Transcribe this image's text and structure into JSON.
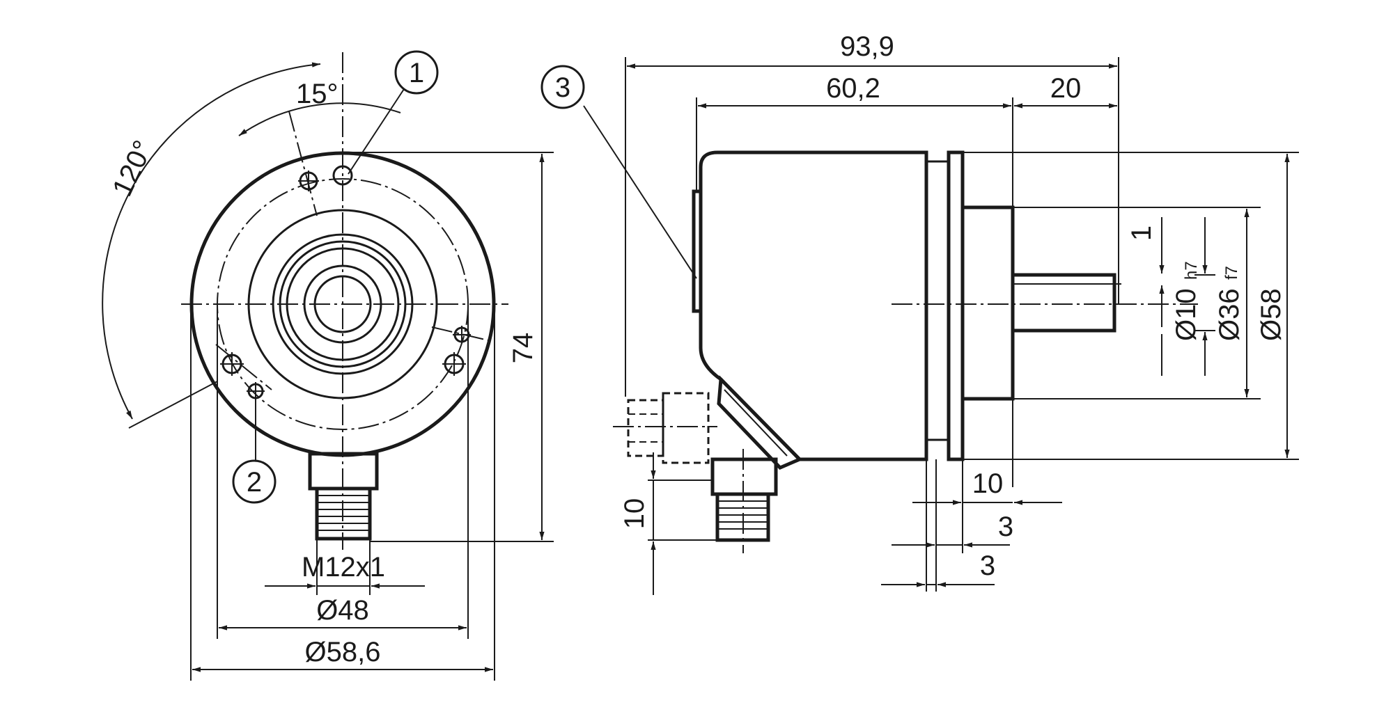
{
  "front_view": {
    "angle_120": "120°",
    "angle_15": "15°",
    "dim_74": "74",
    "thread": "M12x1",
    "dia_48": "Ø48",
    "dia_58_6": "Ø58,6",
    "callout_1": "1",
    "callout_2": "2"
  },
  "side_view": {
    "len_93_9": "93,9",
    "len_60_2": "60,2",
    "len_20": "20",
    "dim_1": "1",
    "dia_10": "Ø10",
    "dia_10_tol": "h7",
    "dia_36": "Ø36",
    "dia_36_tol": "f7",
    "dia_58": "Ø58",
    "dim_10_flange": "10",
    "dim_3_upper": "3",
    "dim_3_lower": "3",
    "dim_10_connector": "10",
    "callout_3": "3"
  },
  "colors": {
    "line": "#1a1a1a",
    "background": "#ffffff"
  }
}
